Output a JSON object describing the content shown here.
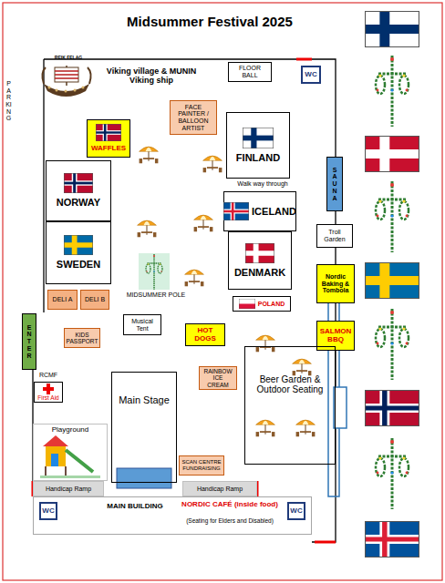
{
  "diagram": {
    "title": "Midsummer Festival 2025",
    "nodes": [
      {
        "text": [
          "FLOOR BALL"
        ]
      },
      {
        "text": [
          "WC"
        ]
      },
      {
        "text": [
          "FACE PAINTER / BALLOON ARTIST"
        ]
      },
      {
        "text": [
          "WAFFLES"
        ]
      },
      {
        "text": [
          "FINLAND"
        ]
      },
      {
        "text": [
          "NORWAY"
        ]
      },
      {
        "text": [
          "SWEDEN"
        ]
      },
      {
        "text": [
          "ICELAND"
        ]
      },
      {
        "text": [
          "DENMARK"
        ]
      },
      {
        "text": [
          "POLAND"
        ]
      },
      {
        "text": [
          "SAUNA"
        ]
      },
      {
        "text": [
          "Troll Garden"
        ]
      },
      {
        "text": [
          "Nordic Baking & Tombola"
        ]
      },
      {
        "text": [
          "DELI A"
        ]
      },
      {
        "text": [
          "DELI B"
        ]
      },
      {
        "text": [
          "ENTER"
        ]
      },
      {
        "text": [
          "KIDS PASSPORT"
        ]
      },
      {
        "text": [
          "Musical Tent"
        ]
      },
      {
        "text": [
          "HOT DOGS"
        ]
      },
      {
        "text": [
          "SALMON BBQ"
        ]
      },
      {
        "text": [
          "RCMF",
          "First Aid"
        ]
      },
      {
        "text": [
          "RAINBOW ICE CREAM"
        ]
      },
      {
        "text": [
          "Main Stage"
        ]
      },
      {
        "text": [
          "Beer Garden & Outdoor Seating"
        ]
      },
      {
        "text": [
          "Playground"
        ]
      },
      {
        "text": [
          "SCAN CENTRE FUNDRAISING"
        ]
      },
      {
        "text": [
          "Handicap Ramp"
        ]
      },
      {
        "text": [
          "Handicap Ramp"
        ]
      },
      {
        "text": [
          "MAIN BUILDING",
          "NORDIC CAFÉ (inside food)",
          "(Seating for Elders and Disabled)"
        ]
      },
      {
        "text": [
          "WC"
        ],
        "in": 28
      },
      {
        "text": [
          "WC"
        ],
        "in": 28
      }
    ],
    "labels": [
      "PARKING",
      "REIK FELAG",
      "Viking village & MUNIN Viking ship",
      "Walk way through",
      "MIDSUMMER POLE"
    ]
  }
}
